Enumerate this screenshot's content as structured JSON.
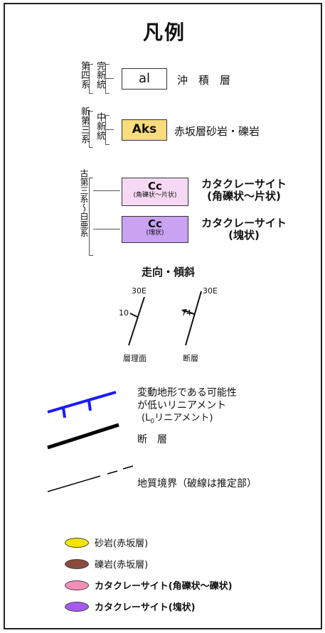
{
  "title": "凡例",
  "quaternary": {
    "era": "第四系",
    "epoch": "完新統",
    "code": "al",
    "desc": "沖　積　層"
  },
  "neogene": {
    "era": "新第三系",
    "epoch": "中新統",
    "code": "Aks",
    "desc": "赤坂層砂岩・礫岩"
  },
  "paleo": {
    "era": "古第三系〜白亜系",
    "row1": {
      "code": "Cc",
      "sub": "(角礫状〜片状)",
      "desc1": "カタクレーサイト",
      "desc2": "(角礫状〜片状)"
    },
    "row2": {
      "code": "Cc",
      "sub": "(塊状)",
      "desc1": "カタクレーサイト",
      "desc2": "(塊状)"
    }
  },
  "strike": {
    "title": "走向・傾斜",
    "bed_strike": "30E",
    "bed_dip": "10",
    "bed_label": "層理面",
    "fault_strike": "30E",
    "fault_dip": "74",
    "fault_label": "断層"
  },
  "lineament": {
    "line1": "変動地形である可能性",
    "line2": "が低いリニアメント",
    "line3_prefix": "(L",
    "line3_sub": "0",
    "line3_suffix": "リニアメント)",
    "color": "#1a1aff"
  },
  "fault_line": {
    "label": "断　層"
  },
  "boundary": {
    "label": "地質境界（破線は推定部）"
  },
  "swatches": [
    {
      "label": "砂岩(赤坂層)",
      "color": "#f2e600"
    },
    {
      "label": "礫岩(赤坂層)",
      "color": "#8b4a3c"
    },
    {
      "label": "カタクレーサイト(角礫状〜礫状)",
      "color": "#f58fb8"
    },
    {
      "label": "カタクレーサイト(塊状)",
      "color": "#a65bf0"
    }
  ],
  "colors": {
    "aks_fill": "#f9dc7e",
    "cc1_fill": "#f6d8f4",
    "cc2_fill": "#c9a3f2"
  }
}
